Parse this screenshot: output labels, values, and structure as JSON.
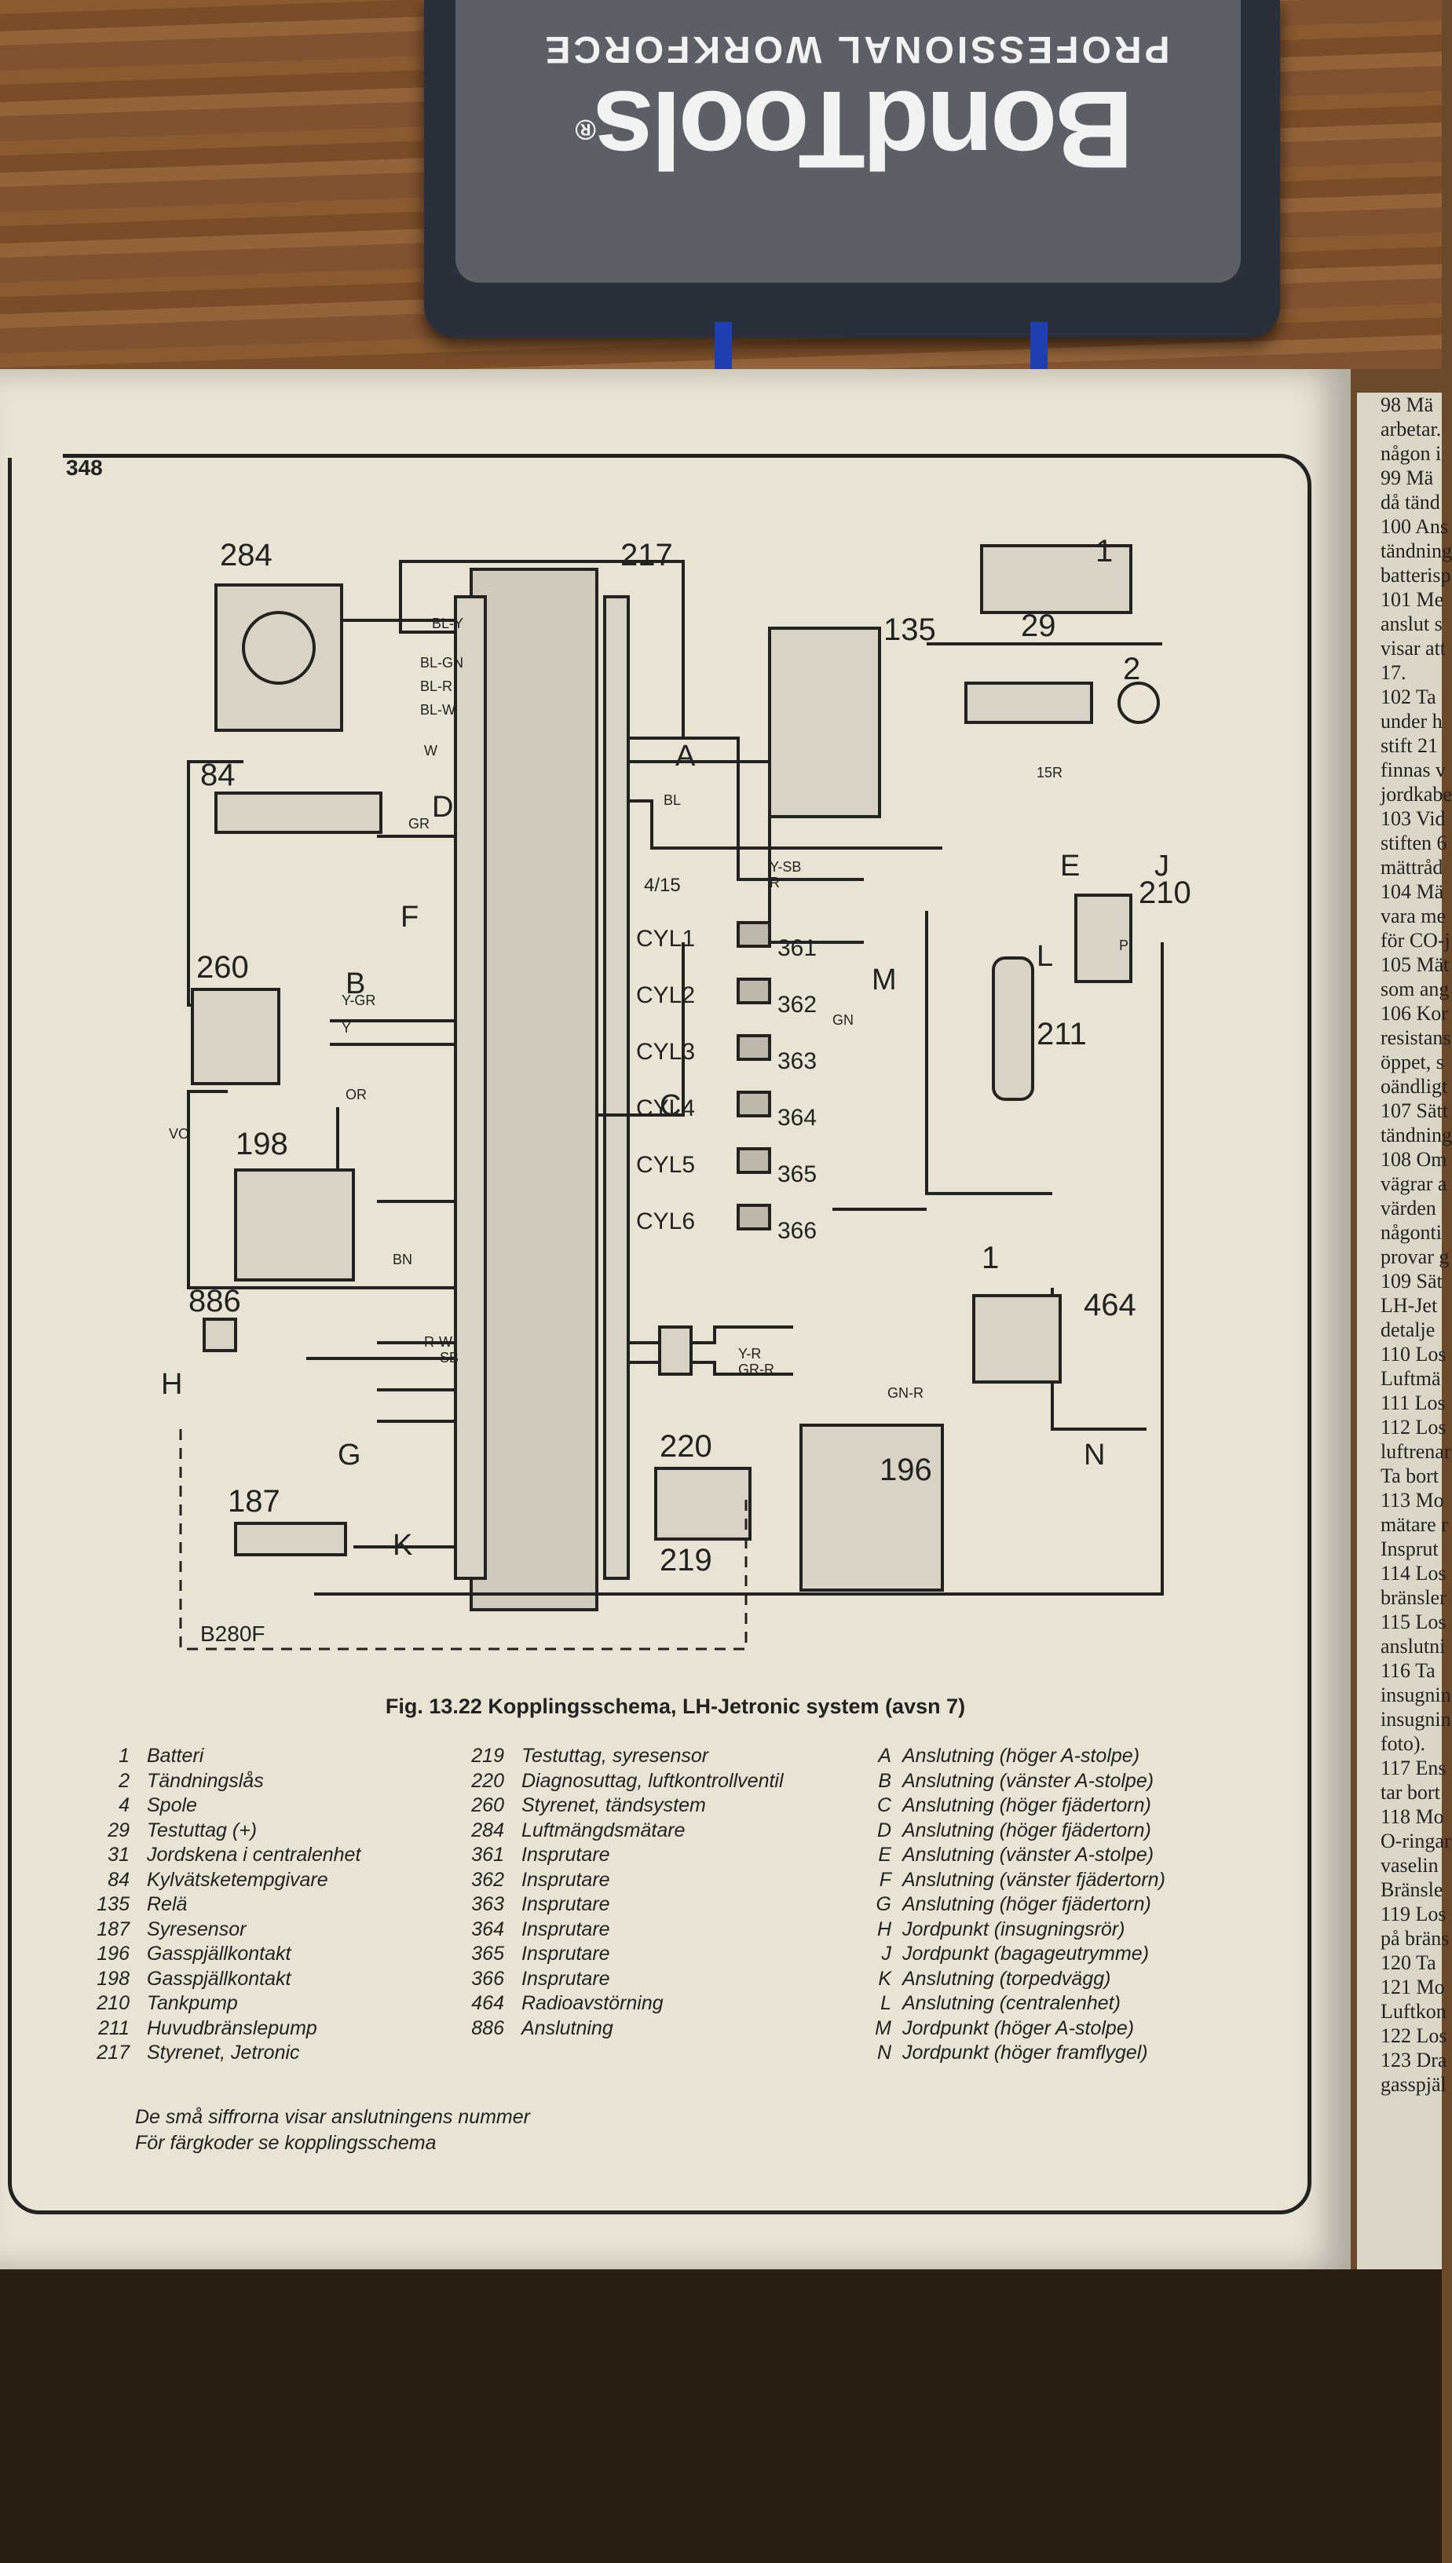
{
  "case": {
    "brand": "BondTools",
    "registered": "®",
    "tagline": "PROFESSIONAL WORKFORCE"
  },
  "page": {
    "number": "348",
    "caption": "Fig. 13.22 Kopplingsschema, LH-Jetronic system (avsn 7)",
    "notes": [
      "De små siffrorna visar anslutningens nummer",
      "För färgkoder se kopplingsschema"
    ]
  },
  "diagram": {
    "components": [
      "284",
      "84",
      "260",
      "198",
      "886",
      "187",
      "217",
      "135",
      "29",
      "1",
      "2",
      "210",
      "211",
      "220",
      "219",
      "196",
      "464",
      "1",
      "361",
      "362",
      "363",
      "364",
      "365",
      "366"
    ],
    "cylinders": [
      "CYL1",
      "CYL2",
      "CYL3",
      "CYL4",
      "CYL5",
      "CYL6"
    ],
    "connector_letters": [
      "A",
      "B",
      "C",
      "D",
      "E",
      "F",
      "G",
      "H",
      "J",
      "K",
      "L",
      "M",
      "N"
    ],
    "wire_labels": [
      "BL-Y",
      "BL-GN",
      "BL-R",
      "BL-W",
      "W",
      "GR",
      "Y-GR",
      "Y",
      "OR",
      "VO",
      "BN",
      "R-W",
      "SB",
      "GN",
      "GN-R",
      "Y-SB",
      "R",
      "P",
      "Y-R",
      "GR-R",
      "BL",
      "15R"
    ],
    "engine_label": "B280F",
    "pin_label_4_15": "4/15"
  },
  "legend": {
    "col1": [
      {
        "n": "1",
        "t": "Batteri"
      },
      {
        "n": "2",
        "t": "Tändningslås"
      },
      {
        "n": "4",
        "t": "Spole"
      },
      {
        "n": "29",
        "t": "Testuttag (+)"
      },
      {
        "n": "31",
        "t": "Jordskena i centralenhet"
      },
      {
        "n": "84",
        "t": "Kylvätsketempgivare"
      },
      {
        "n": "135",
        "t": "Relä"
      },
      {
        "n": "187",
        "t": "Syresensor"
      },
      {
        "n": "196",
        "t": "Gasspjällkontakt"
      },
      {
        "n": "198",
        "t": "Gasspjällkontakt"
      },
      {
        "n": "210",
        "t": "Tankpump"
      },
      {
        "n": "211",
        "t": "Huvudbränslepump"
      },
      {
        "n": "217",
        "t": "Styrenet, Jetronic"
      }
    ],
    "col2": [
      {
        "n": "219",
        "t": "Testuttag, syresensor"
      },
      {
        "n": "220",
        "t": "Diagnosuttag, luftkontrollventil"
      },
      {
        "n": "260",
        "t": "Styrenet, tändsystem"
      },
      {
        "n": "284",
        "t": "Luftmängdsmätare"
      },
      {
        "n": "361",
        "t": "Insprutare"
      },
      {
        "n": "362",
        "t": "Insprutare"
      },
      {
        "n": "363",
        "t": "Insprutare"
      },
      {
        "n": "364",
        "t": "Insprutare"
      },
      {
        "n": "365",
        "t": "Insprutare"
      },
      {
        "n": "366",
        "t": "Insprutare"
      },
      {
        "n": "464",
        "t": "Radioavstörning"
      },
      {
        "n": "886",
        "t": "Anslutning"
      }
    ],
    "col3": [
      {
        "n": "A",
        "t": "Anslutning (höger A-stolpe)"
      },
      {
        "n": "B",
        "t": "Anslutning (vänster A-stolpe)"
      },
      {
        "n": "C",
        "t": "Anslutning (höger fjädertorn)"
      },
      {
        "n": "D",
        "t": "Anslutning (höger fjädertorn)"
      },
      {
        "n": "E",
        "t": "Anslutning (vänster A-stolpe)"
      },
      {
        "n": "F",
        "t": "Anslutning (vänster fjädertorn)"
      },
      {
        "n": "G",
        "t": "Anslutning (höger fjädertorn)"
      },
      {
        "n": "H",
        "t": "Jordpunkt (insugningsrör)"
      },
      {
        "n": "J",
        "t": "Jordpunkt (bagageutrymme)"
      },
      {
        "n": "K",
        "t": "Anslutning (torpedvägg)"
      },
      {
        "n": "L",
        "t": "Anslutning (centralenhet)"
      },
      {
        "n": "M",
        "t": "Jordpunkt (höger A-stolpe)"
      },
      {
        "n": "N",
        "t": "Jordpunkt (höger framflygel)"
      }
    ]
  },
  "next_page_fragments": [
    "98 Mä",
    "arbetar.",
    "någon i",
    "99 Mä",
    "då tänd",
    "100 Ans",
    "tändning",
    "batterisp",
    "101 Me",
    "anslut s",
    "visar att",
    "17.",
    "102 Ta",
    "under h",
    "stift 21",
    "finnas v",
    "jordkabe",
    "103 Vid",
    "stiften 6",
    "mättråd",
    "104 Mä",
    "vara me",
    "för CO-j",
    "105 Mät",
    "som ang",
    "106 Kor",
    "resistans",
    "öppet, s",
    "oändligt",
    "107 Sätt",
    "tändning",
    "108 Om",
    "vägrar a",
    "värden",
    "någonti",
    "provar g",
    "109 Sät",
    "LH-Jet",
    "detalje",
    "110 Los",
    "Luftmä",
    "111 Los",
    "112 Los",
    "luftrenar",
    "Ta bort",
    "113 Mo",
    "mätare r",
    "Insprut",
    "114 Los",
    "bränsler",
    "115 Los",
    "anslutni",
    "116 Ta",
    "insugnin",
    "insugnin",
    "foto).",
    "117 Ens",
    "tar bort",
    "118 Mo",
    "O-ringar",
    "vaselin",
    "Bränsle",
    "119 Los",
    "på bräns",
    "120 Ta",
    "121 Mo",
    "Luftkon",
    "122 Los",
    "123 Dra",
    "gasspjäl"
  ]
}
